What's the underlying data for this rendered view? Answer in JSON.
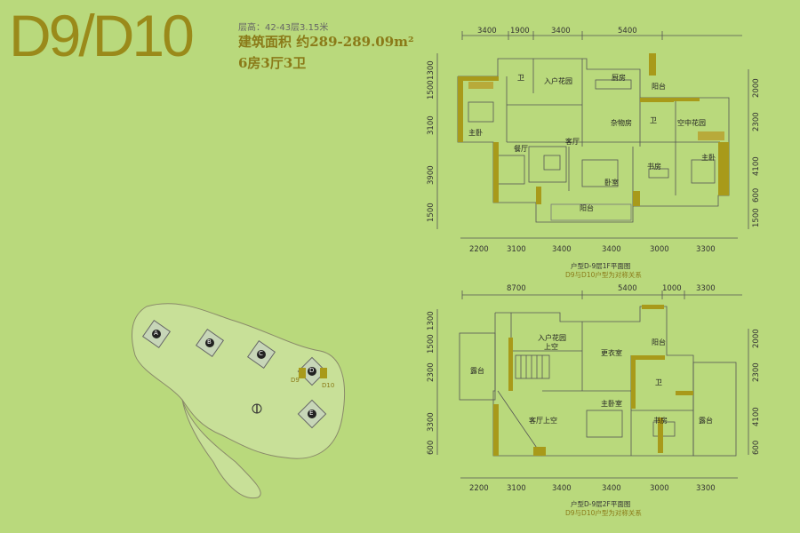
{
  "header": {
    "title": "D9/D10",
    "floor_height": "层高：42-43层3.15米",
    "area": "建筑面积  约289-289.09m²",
    "rooms": "6房3厅3卫"
  },
  "plan_upper": {
    "top_dims": [
      "3400",
      "1900",
      "3400",
      "5400"
    ],
    "bottom_dims": [
      "2200",
      "3100",
      "3400",
      "3400",
      "3000",
      "3300"
    ],
    "left_dims": [
      "1300",
      "1500",
      "3100",
      "3900",
      "1500"
    ],
    "right_dims": [
      "2000",
      "2300",
      "4100",
      "600",
      "1500"
    ],
    "rooms": {
      "wc1": "卫",
      "entry_garden": "入户花园",
      "kitchen": "厨房",
      "balcony1": "阳台",
      "wc2": "卫",
      "storage": "杂物房",
      "sky_garden": "空中花园",
      "master1": "主卧",
      "dining": "餐厅",
      "living": "客厅",
      "bedroom": "卧室",
      "study": "书房",
      "master2": "主卧",
      "balcony2": "阳台"
    },
    "caption": "户型D-9层1F平面图",
    "note": "D9与D10户型为对称关系"
  },
  "plan_lower": {
    "top_dims": [
      "8700",
      "5400",
      "1000",
      "3300"
    ],
    "bottom_dims": [
      "2200",
      "3100",
      "3400",
      "3400",
      "3000",
      "3300"
    ],
    "left_dims": [
      "1300",
      "1500",
      "2300",
      "3300",
      "600"
    ],
    "right_dims": [
      "2000",
      "2300",
      "4100",
      "600"
    ],
    "rooms": {
      "entry_garden_void": "入户花园",
      "void_label": "上空",
      "balcony": "阳台",
      "terrace1": "露台",
      "wardrobe": "更衣室",
      "wc": "卫",
      "living_void": "客厅上空",
      "master": "主卧室",
      "study": "书房",
      "terrace2": "露台"
    },
    "caption": "户型D-9层2F平面图",
    "note": "D9与D10户型为对称关系"
  },
  "site_plan": {
    "buildings": [
      "A",
      "B",
      "C",
      "D",
      "E"
    ],
    "unit_labels": [
      "D9",
      "D10"
    ]
  },
  "colors": {
    "background": "#b9d97c",
    "accent": "#9a8a1a",
    "wall": "#a89a1a"
  }
}
